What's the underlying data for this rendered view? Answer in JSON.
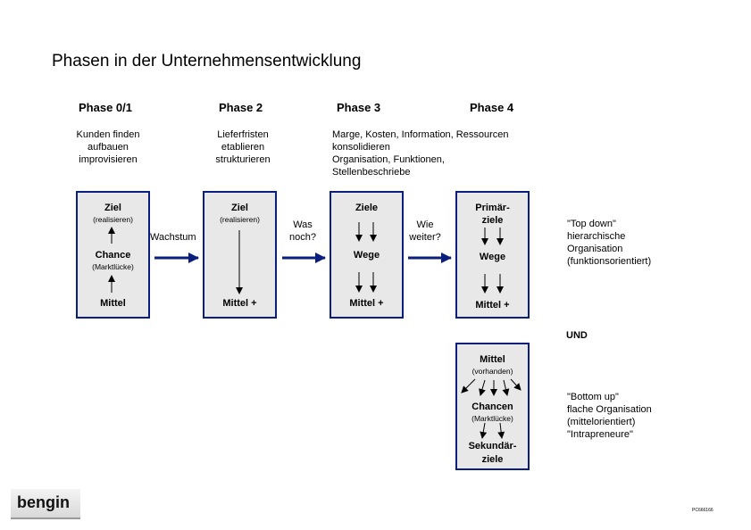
{
  "title": "Phasen in der Unternehmensentwicklung",
  "phases": {
    "p01": {
      "label": "Phase 0/1",
      "desc": [
        "Kunden finden",
        "aufbauen",
        "improvisieren"
      ],
      "box": {
        "top": "Ziel",
        "top_sub": "(realisieren)",
        "mid": "Chance",
        "mid_sub": "(Marktlücke)",
        "bottom": "Mittel"
      }
    },
    "p2": {
      "label": "Phase 2",
      "desc": [
        "Lieferfristen",
        "etablieren",
        "strukturieren"
      ],
      "box": {
        "top": "Ziel",
        "top_sub": "(realisieren)",
        "bottom": "Mittel +"
      }
    },
    "p3": {
      "label": "Phase 3",
      "desc": [
        "Marge, Kosten, Information, Ressourcen",
        "konsolidieren",
        "Organisation, Funktionen,",
        "Stellenbeschriebe"
      ],
      "box": {
        "top": "Ziele",
        "mid": "Wege",
        "bottom": "Mittel +"
      }
    },
    "p4": {
      "label": "Phase 4",
      "box": {
        "top1": "Primär-",
        "top2": "ziele",
        "mid": "Wege",
        "bottom": "Mittel +"
      },
      "box2": {
        "top": "Mittel",
        "top_sub": "(vorhanden)",
        "mid": "Chancen",
        "mid_sub": "(Marktlücke)",
        "bottom1": "Sekundär-",
        "bottom2": "ziele"
      }
    }
  },
  "transitions": {
    "t1": "Wachstum",
    "t2": [
      "Was",
      "noch?"
    ],
    "t3": [
      "Wie",
      "weiter?"
    ]
  },
  "topdown": [
    "\"Top down\"",
    "hierarchische",
    "Organisation",
    "(funktionsorientiert)"
  ],
  "und": "UND",
  "bottomup": [
    "\"Bottom up\"",
    "flache Organisation",
    "(mittelorientiert)",
    "\"Intrapreneure\""
  ],
  "logo": "bengin",
  "ref": "PC666166"
}
